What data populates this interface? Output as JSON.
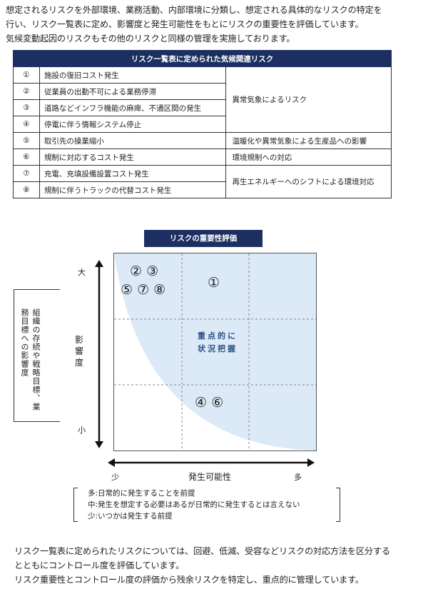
{
  "intro": {
    "line1": "想定されるリスクを外部環境、業務活動、内部環境に分類し、想定される具体的なリスクの特定を",
    "line2": "行い、リスク一覧表に定め、影響度と発生可能性をもとにリスクの重要性を評価しています。",
    "line3": "気候変動起因のリスクもその他のリスクと同様の管理を実施しております。"
  },
  "risk_table": {
    "header": "リスク一覧表に定められた気候関連リスク",
    "rows": [
      {
        "num": "①",
        "desc": "施設の復旧コスト発生"
      },
      {
        "num": "②",
        "desc": "従業員の出勤不可による業務停滞"
      },
      {
        "num": "③",
        "desc": "道路などインフラ機能の麻痺、不通区間の発生"
      },
      {
        "num": "④",
        "desc": "停電に伴う情報システム停止"
      },
      {
        "num": "⑤",
        "desc": "取引先の操業縮小"
      },
      {
        "num": "⑥",
        "desc": "規制に対応するコスト発生"
      },
      {
        "num": "⑦",
        "desc": "充電、充填設備設置コスト発生"
      },
      {
        "num": "⑧",
        "desc": "規制に伴うトラックの代替コスト発生"
      }
    ],
    "categories": [
      "異常気象によるリスク",
      "温暖化や異常気象による生産品への影響",
      "環境規制への対応",
      "再生エネルギーへのシフトによる環境対応"
    ]
  },
  "matrix": {
    "title": "リスクの重要性評価",
    "cell_top_left_row1": "② ③",
    "cell_top_left_row2": "⑤ ⑦ ⑧",
    "cell_top_middle": "①",
    "cell_bottom_middle": "④ ⑥",
    "focus_line1": "重点的に",
    "focus_line2": "状況把握",
    "y_high": "大",
    "y_low": "小",
    "y_label": "影響度",
    "x_low": "少",
    "x_high": "多",
    "x_label": "発生可能性",
    "side_note": "組織の存続や戦略目標、業務目標への影響度",
    "fill_color": "#dce9f6",
    "grid_color": "#888888"
  },
  "legend": {
    "line1": "多:日常的に発生することを前提",
    "line2": "中:発生を想定する必要はあるが日常的に発生するとは言えない",
    "line3": "少:いつかは発生する前提"
  },
  "closing": {
    "line1": "リスク一覧表に定められたリスクについては、回避、低減、受容などリスクの対応方法を区分する",
    "line2": "とともにコントロール度を評価しています。",
    "line3": "リスク重要性とコントロール度の評価から残余リスクを特定し、重点的に管理しています。"
  }
}
